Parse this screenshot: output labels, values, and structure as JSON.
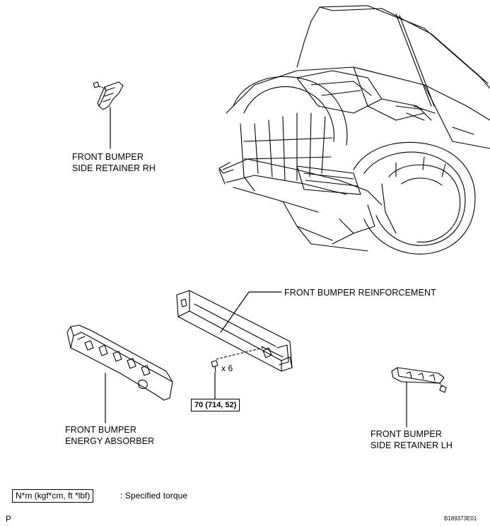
{
  "labels": {
    "side_retainer_rh": [
      "FRONT BUMPER",
      "SIDE RETAINER RH"
    ],
    "reinforcement": "FRONT BUMPER REINFORCEMENT",
    "energy_absorber": [
      "FRONT BUMPER",
      "ENERGY ABSORBER"
    ],
    "side_retainer_lh": [
      "FRONT BUMPER",
      "SIDE RETAINER LH"
    ]
  },
  "bolt_count": "x 6",
  "torque_value": "70 (714, 52)",
  "legend": {
    "units": "N*m (kgf*cm, ft *lbf)",
    "meaning": ": Specified torque"
  },
  "footer": {
    "left_mark": "P",
    "figure_code": "B189373E01"
  }
}
